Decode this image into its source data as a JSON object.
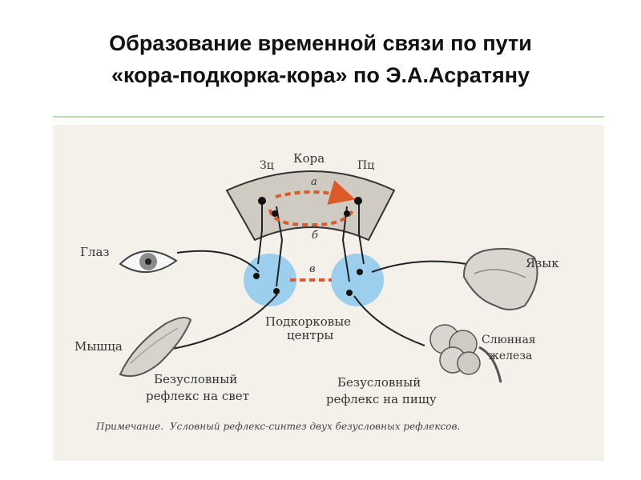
{
  "slide": {
    "title_line1": "Образование временной связи по пути",
    "title_line2": "«кора-подкорка-кора» по Э.А.Асратяну"
  },
  "diagram": {
    "cortex": "Кора",
    "zc": "Зц",
    "pc": "Пц",
    "path_a": "а",
    "path_b": "б",
    "path_v": "в",
    "eye": "Глаз",
    "tongue": "Язык",
    "muscle": "Мышца",
    "gland_line1": "Слюнная",
    "gland_line2": "железа",
    "subcortex_line1": "Подкорковые",
    "subcortex_line2": "центры",
    "reflex_light_line1": "Безусловный",
    "reflex_light_line2": "рефлекс на свет",
    "reflex_food_line1": "Безусловный",
    "reflex_food_line2": "рефлекс на пищу",
    "note_prefix": "Примечание.",
    "note_text": "Условный рефлекс-синтез двух безусловных рефлексов."
  },
  "colors": {
    "subcortex_fill": "#8cc8ee",
    "cortex_fill": "#cfcac2",
    "path_dash": "#dc5a2a",
    "rule": "#b9dcb0"
  }
}
